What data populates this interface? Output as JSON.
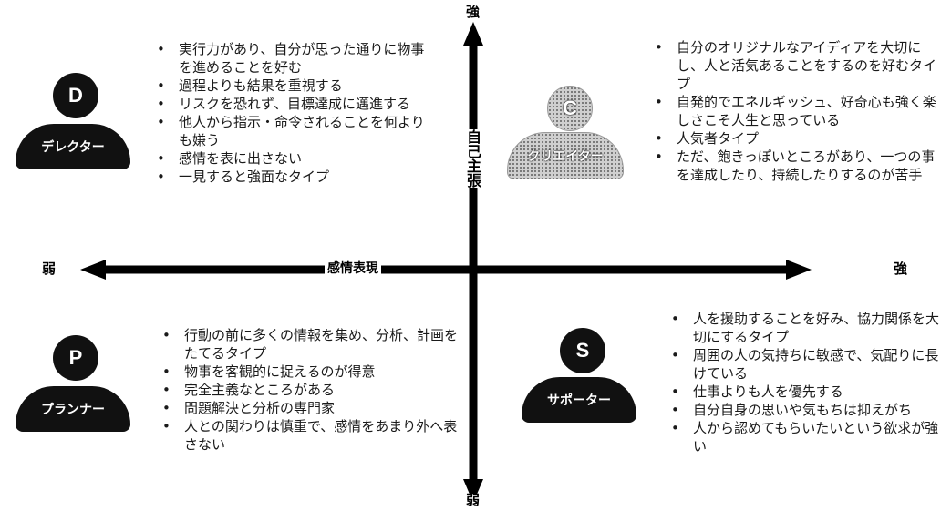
{
  "axes": {
    "vertical_label": "自己主張",
    "vertical_top": "強",
    "vertical_bottom": "弱",
    "horizontal_label": "感情表現",
    "horizontal_left": "弱",
    "horizontal_right": "強"
  },
  "quadrants": {
    "director": {
      "letter": "D",
      "name": "デレクター",
      "traits": [
        "実行力があり、自分が思った通りに物事を進めることを好む",
        "過程よりも結果を重視する",
        "リスクを恐れず、目標達成に邁進する",
        "他人から指示・命令されることを何よりも嫌う",
        "感情を表に出さない",
        "一見すると強面なタイプ"
      ]
    },
    "creator": {
      "letter": "C",
      "name": "クリエイター",
      "traits": [
        "自分のオリジナルなアイディアを大切にし、人と活気あることをするのを好むタイプ",
        "自発的でエネルギッシュ、好奇心も強く楽しさこそ人生と思っている",
        "人気者タイプ",
        "ただ、飽きっぽいところがあり、一つの事を達成したり、持続したりするのが苦手"
      ]
    },
    "planner": {
      "letter": "P",
      "name": "プランナー",
      "traits": [
        "行動の前に多くの情報を集め、分析、計画をたてるタイプ",
        "物事を客観的に捉えるのが得意",
        "完全主義なところがある",
        "問題解決と分析の専門家",
        "人との関わりは慎重で、感情をあまり外へ表さない"
      ]
    },
    "supporter": {
      "letter": "S",
      "name": "サポーター",
      "traits": [
        "人を援助することを好み、協力関係を大切にするタイプ",
        "周囲の人の気持ちに敏感で、気配りに長けている",
        "仕事よりも人を優先する",
        "自分自身の思いや気もちは抑えがち",
        "人から認めてもらいたいという欲求が強い"
      ]
    }
  }
}
